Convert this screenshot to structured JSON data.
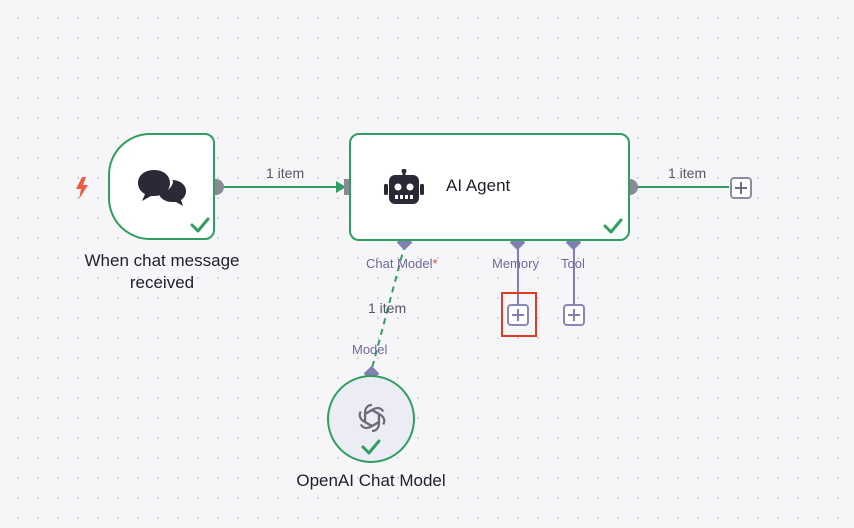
{
  "canvas": {
    "accent_success": "#2e9e61",
    "connector_color": "#7f7fb3",
    "highlight_color": "#e23a23"
  },
  "nodes": {
    "trigger": {
      "title": "When chat message received",
      "icon": "chat-bubbles-icon",
      "status_icon": "check-icon",
      "trigger_icon": "lightning-bolt-icon"
    },
    "agent": {
      "title": "AI Agent",
      "icon": "robot-icon",
      "status_icon": "check-icon",
      "sub_connectors": {
        "chat_model": "Chat Model",
        "chat_model_required": "*",
        "memory": "Memory",
        "tool": "Tool"
      }
    },
    "openai": {
      "title": "OpenAI Chat Model",
      "icon": "openai-icon",
      "status_icon": "check-icon",
      "connector_label": "Model"
    }
  },
  "connections": {
    "trigger_to_agent": "1 item",
    "agent_output": "1 item",
    "model_to_agent": "1 item"
  }
}
